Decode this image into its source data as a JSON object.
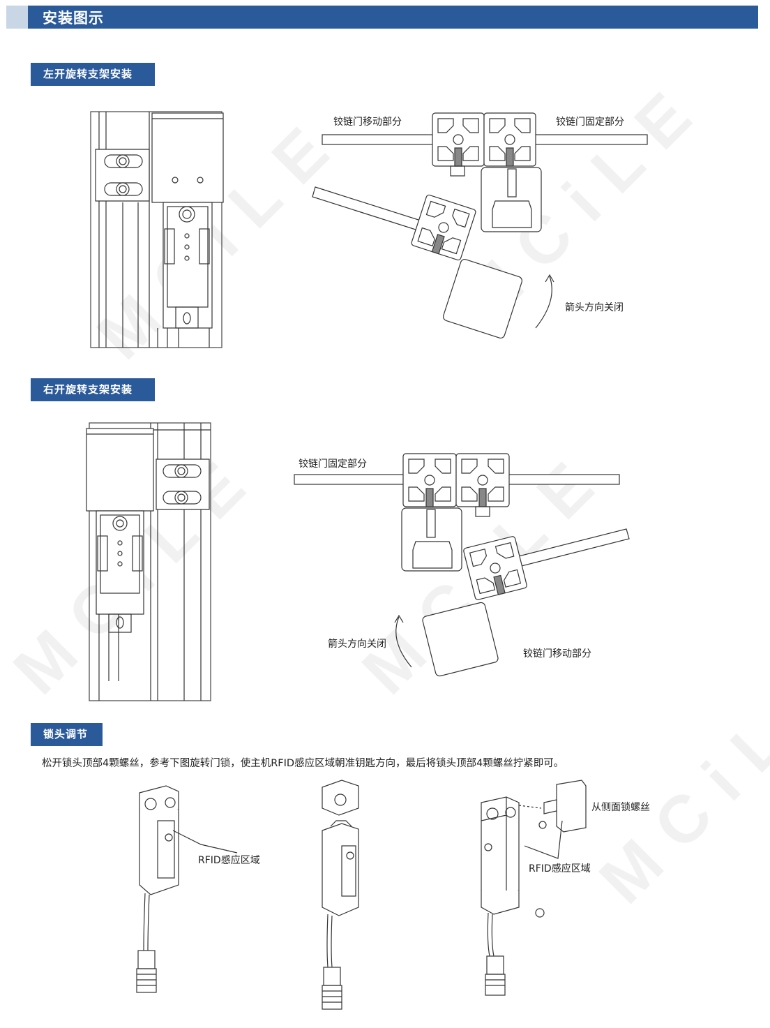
{
  "header": {
    "title": "安装图示"
  },
  "sections": {
    "left": {
      "title": "左开旋转支架安装"
    },
    "right": {
      "title": "右开旋转支架安装"
    },
    "lock": {
      "title": "锁头调节"
    }
  },
  "lock_instruction": "松开锁头顶部4颗螺丝，参考下图旋转门锁，使主机RFID感应区域朝准钥匙方向，最后将锁头顶部4颗螺丝拧紧即可。",
  "left_diagram": {
    "moving_part": "铰链门移动部分",
    "fixed_part": "铰链门固定部分",
    "arrow_close": "箭头方向关闭"
  },
  "right_diagram": {
    "fixed_part": "铰链门固定部分",
    "arrow_close": "箭头方向关闭",
    "moving_part": "铰链门移动部分"
  },
  "lock_diagram": {
    "rfid_area_1": "RFID感应区域",
    "side_lock_screw": "从侧面锁螺丝",
    "rfid_area_2": "RFID感应区域"
  },
  "watermark": "MCiLE"
}
